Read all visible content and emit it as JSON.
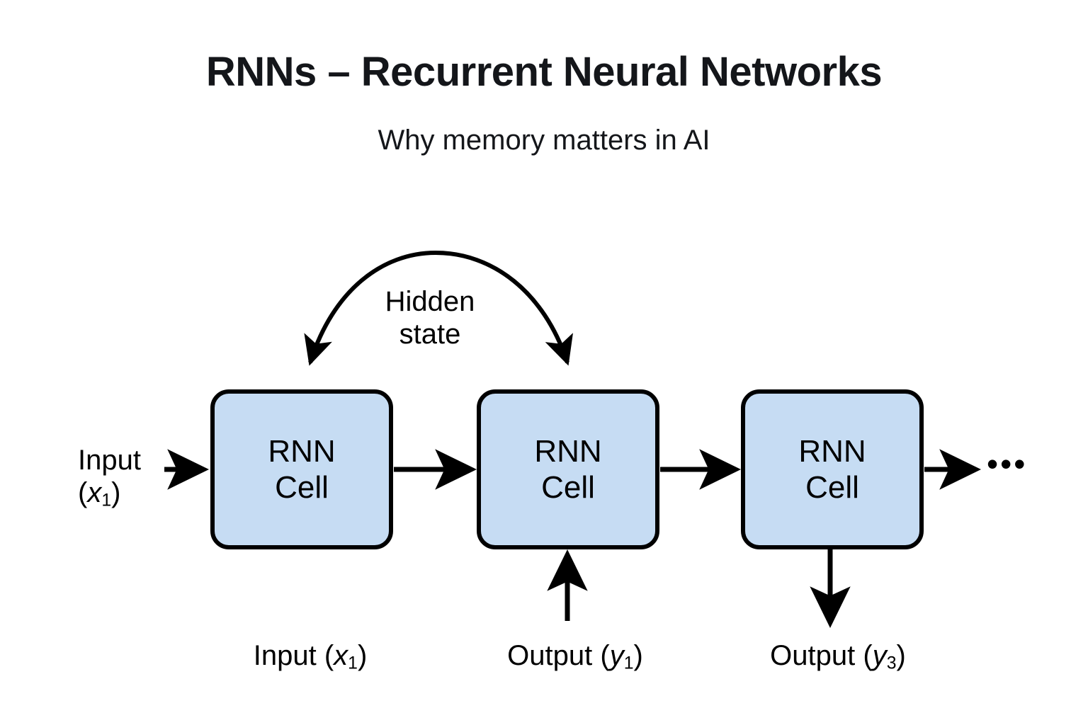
{
  "slide": {
    "background_color": "#ffffff",
    "title": "RNNs – Recurrent Neural Networks",
    "subtitle": "Why memory matters in AI"
  },
  "diagram": {
    "type": "rnn-unrolled-block-diagram",
    "cell_fill_color": "#c6dcf3",
    "stroke_color": "#000000",
    "cells": [
      {
        "id": "cell-1",
        "line1": "RNN",
        "line2": "Cell"
      },
      {
        "id": "cell-2",
        "line1": "RNN",
        "line2": "Cell"
      },
      {
        "id": "cell-3",
        "line1": "RNN",
        "line2": "Cell"
      }
    ],
    "recurrent_arrow": {
      "label_line1": "Hidden",
      "label_line2": "state",
      "direction": "arc from above cell-1 to above cell-2, arrowheads at both ends pointing down"
    },
    "left_input": {
      "line1": "Input",
      "line2_prefix": "(",
      "line2_var": "x",
      "line2_sub": "1",
      "line2_suffix": ")"
    },
    "bottom_labels": [
      {
        "id": "bottom-label-1",
        "prefix": "Input (",
        "var": "x",
        "sub": "1",
        "suffix": ")",
        "arrow": "none"
      },
      {
        "id": "bottom-label-2",
        "prefix": "Output (",
        "var": "y",
        "sub": "1",
        "suffix": ")",
        "arrow": "up-into-cell-2"
      },
      {
        "id": "bottom-label-3",
        "prefix": "Output (",
        "var": "y",
        "sub": "3",
        "suffix": ")",
        "arrow": "down-out-of-cell-3"
      }
    ],
    "continuation": "•••",
    "flow_arrows": [
      "left edge into cell-1",
      "cell-1 to cell-2",
      "cell-2 to cell-3",
      "cell-3 to continuation"
    ]
  }
}
